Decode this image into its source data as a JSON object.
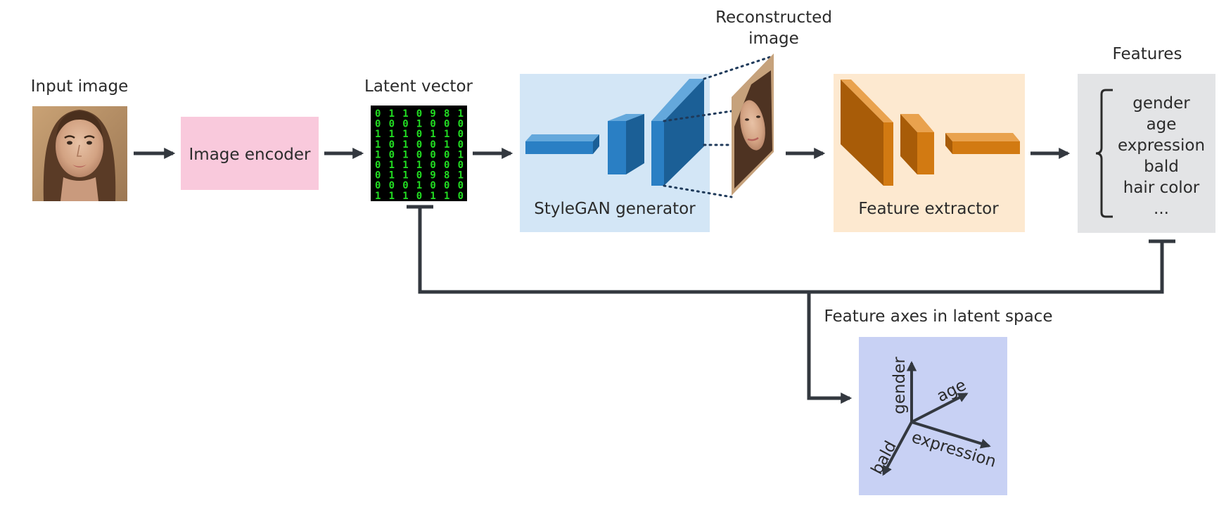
{
  "labels": {
    "input_image": "Input image",
    "image_encoder": "Image encoder",
    "latent_vector": "Latent vector",
    "stylegan_generator": "StyleGAN generator",
    "reconstructed_image_line1": "Reconstructed",
    "reconstructed_image_line2": "image",
    "feature_extractor": "Feature extractor",
    "features": "Features",
    "feature_axes": "Feature axes in latent space"
  },
  "features_list": [
    "gender",
    "age",
    "expression",
    "bald",
    "hair color",
    "..."
  ],
  "latent_matrix": [
    "0 1 1 0 9 8 1",
    "0 0 0 1 0 0 0",
    "1 1 1 0 1 1 0",
    "1 0 1 0 0 1 0",
    "1 0 1 0 0 0 1",
    "0 1 1 1 0 0 0",
    "0 1 1 0 9 8 1",
    "0 0 0 1 0 0 0",
    "1 1 1 0 1 1 0"
  ],
  "axes": {
    "up": "gender",
    "upper_right": "age",
    "lower_right": "expression",
    "lower_left": "bald"
  },
  "colors": {
    "encoder_box": "#f9c9dc",
    "generator_box": "#d3e6f6",
    "extractor_box": "#fde9d0",
    "features_box": "#e3e4e6",
    "axes_box": "#c8d1f4",
    "arrow": "#33383f",
    "blue_layer": "#2a7fc4",
    "orange_layer": "#d27a12",
    "latent_bg": "#000000",
    "latent_digits": "#22dd22"
  },
  "icons": {
    "input_photo": "face-photo-icon",
    "reconstructed_photo": "face-photo-icon"
  }
}
